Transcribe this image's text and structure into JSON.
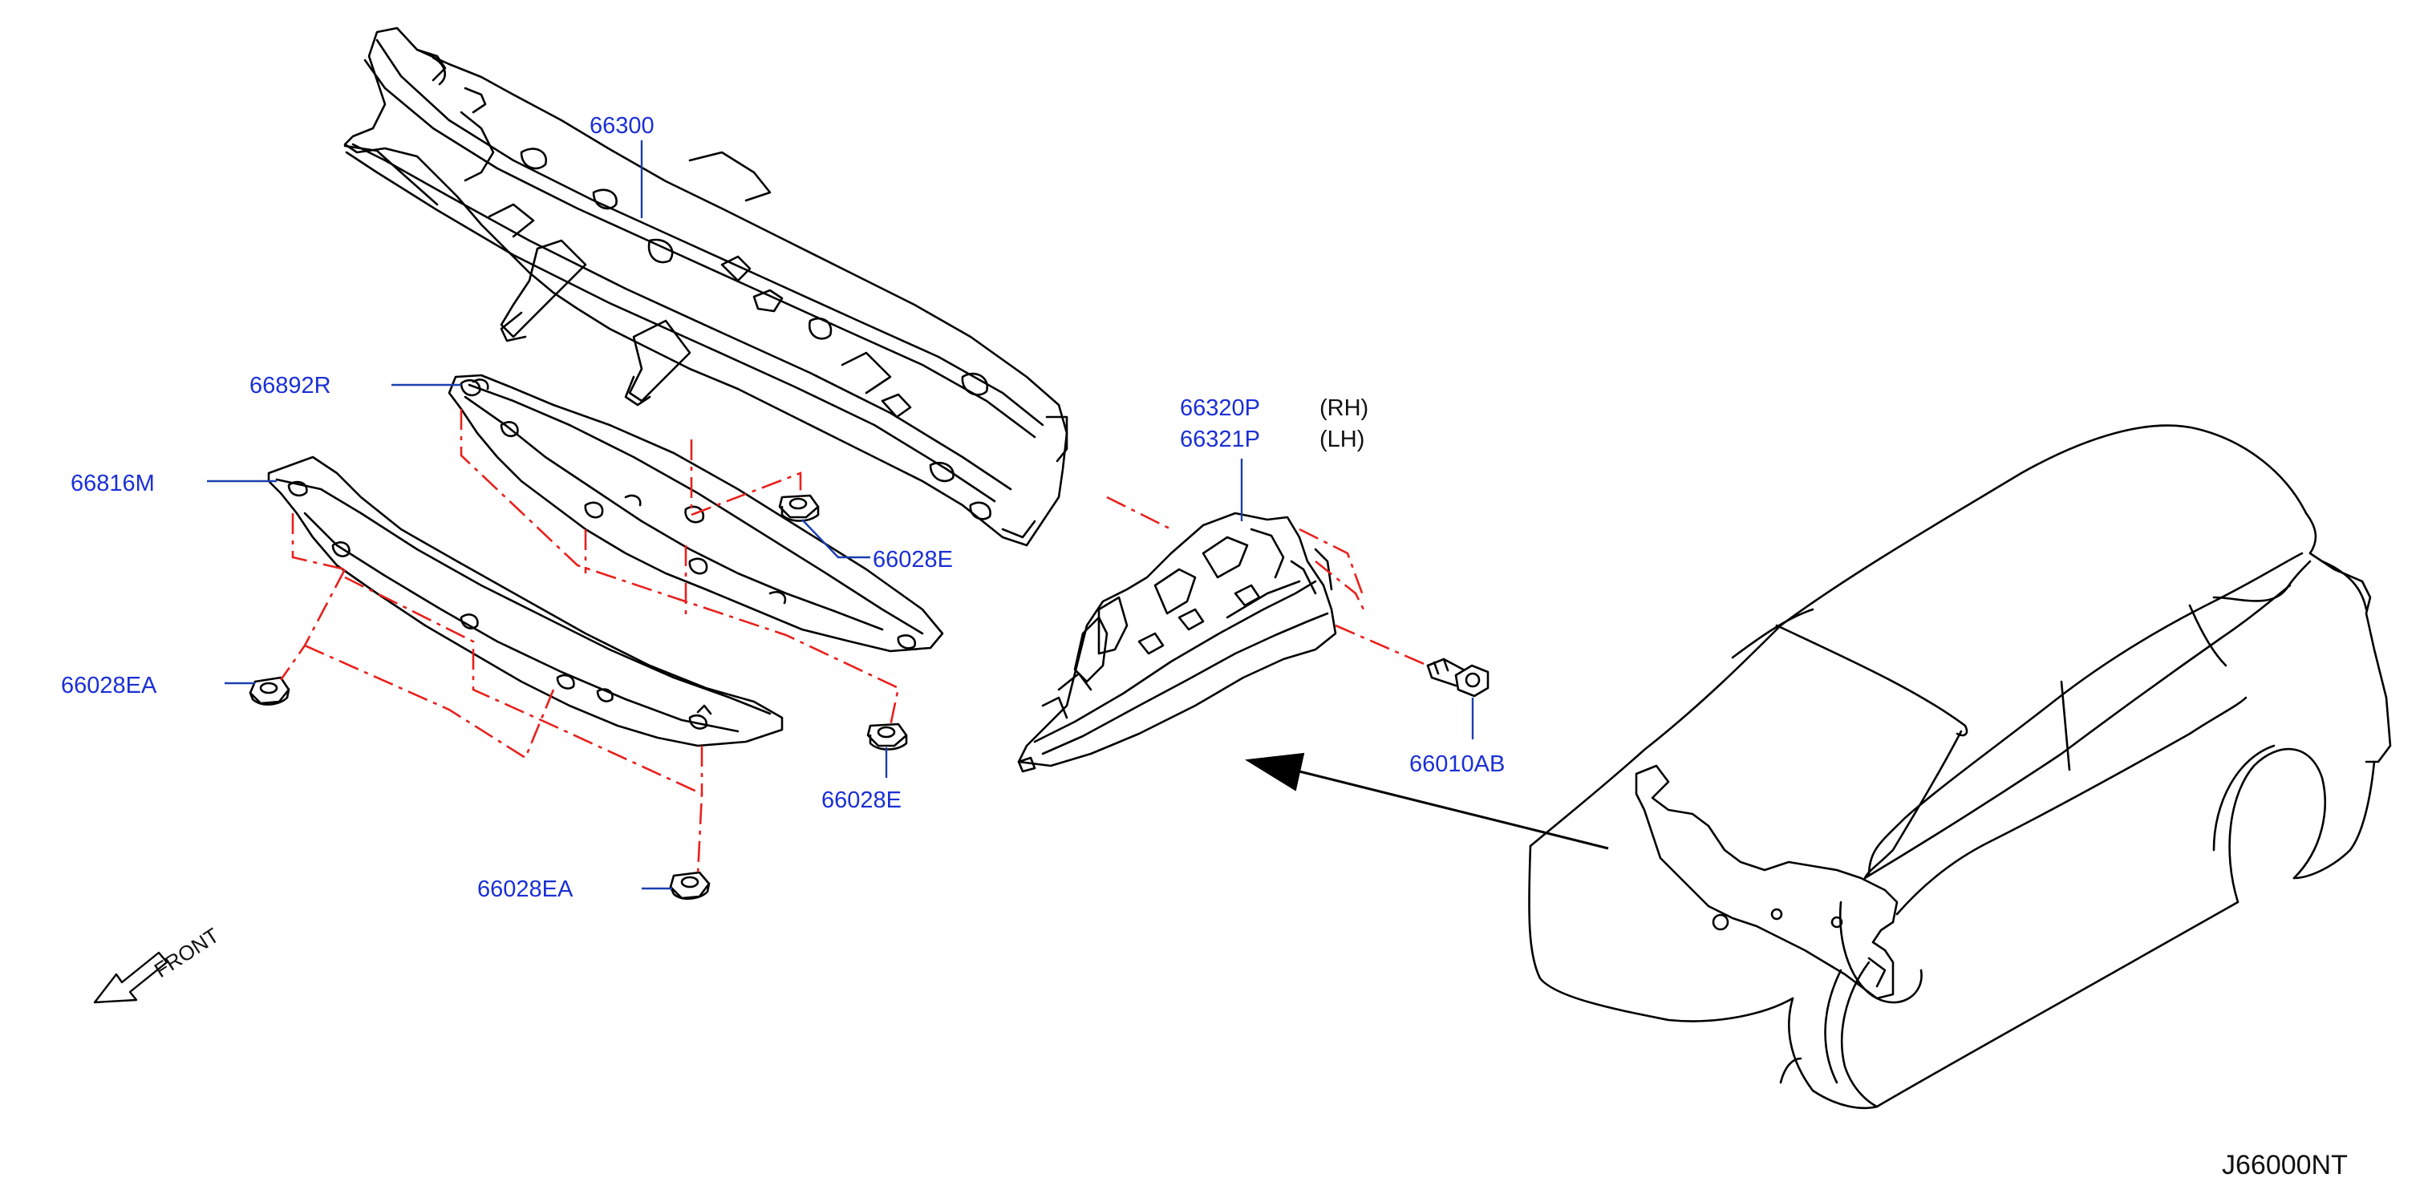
{
  "callouts": {
    "p66300": "66300",
    "p66892R": "66892R",
    "p66816M": "66816M",
    "p66028E_top": "66028E",
    "p66028E_bottom": "66028E",
    "p66028EA_left": "66028EA",
    "p66028EA_bottom": "66028EA",
    "p66320P": "66320P",
    "p66321P": "66321P",
    "p66010AB": "66010AB"
  },
  "sides": {
    "rh": "(RH)",
    "lh": "(LH)"
  },
  "front_label": "FRONT",
  "diagram_ref": "J66000NT",
  "colors": {
    "callout_text": "#1a2fd6",
    "leader_line": "#1a3fb0",
    "assembly_dash": "#e8201c",
    "line_art": "#000000"
  },
  "icons": {
    "front_arrow": "arrow-down-left-icon"
  }
}
